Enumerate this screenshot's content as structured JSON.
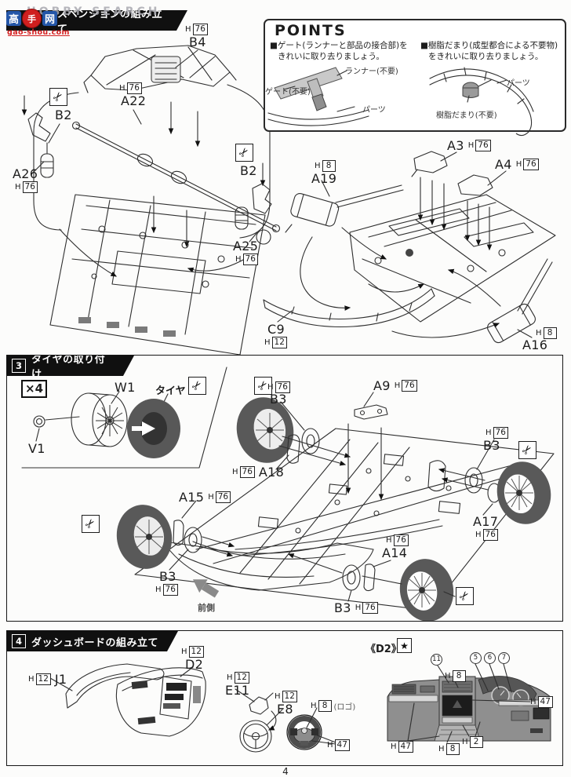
{
  "common": {
    "h": "H"
  },
  "icons": {
    "nipper": "✂",
    "star": "★"
  },
  "watermark": {
    "box1": "高",
    "circle": "手",
    "box2": "网",
    "site": "gao-shou.com",
    "ghost": "HOBBY SEARCH"
  },
  "page": {
    "number": "4"
  },
  "points": {
    "title": "POINTS",
    "left": {
      "line1": "■ゲート(ランナーと部品の接合部)を",
      "line2": "きれいに取り去りましょう。",
      "runner": "ランナー(不要)",
      "gate": "ゲート(不要)",
      "part": "パーツ"
    },
    "right": {
      "line1": "■樹脂だまり(成型都合による不要物)",
      "line2": "をきれいに取り去りましょう。",
      "part": "パーツ",
      "blob": "樹脂だまり(不要)"
    }
  },
  "s2": {
    "title": "スペンションの組み立て",
    "b4": {
      "code": "B4",
      "paint": "76"
    },
    "a22": {
      "code": "A22",
      "paint": "76"
    },
    "b2l": {
      "code": "B2"
    },
    "b2r": {
      "code": "B2"
    },
    "a26": {
      "code": "A26",
      "paint": "76"
    },
    "a25": {
      "code": "A25",
      "paint": "76"
    },
    "a3": {
      "code": "A3",
      "paint": "76"
    },
    "a4": {
      "code": "A4",
      "paint": "76"
    },
    "a19": {
      "code": "A19",
      "paint": "8"
    },
    "c9": {
      "code": "C9",
      "paint": "12"
    },
    "a16": {
      "code": "A16",
      "paint": "8"
    }
  },
  "s3": {
    "number": "3",
    "title": "タイヤの取り付け",
    "multiplier": "×4",
    "w1": "W1",
    "v1": "V1",
    "tire": "タイヤ",
    "front": "前側",
    "b3tl": {
      "code": "B3",
      "paint": "76"
    },
    "a9": {
      "code": "A9",
      "paint": "76"
    },
    "a18": {
      "code": "A18",
      "paint": "76"
    },
    "b3r": {
      "code": "B3",
      "paint": "76"
    },
    "a17": {
      "code": "A17",
      "paint": "76"
    },
    "a15": {
      "code": "A15",
      "paint": "76"
    },
    "b3bl": {
      "code": "B3",
      "paint": "76"
    },
    "a14": {
      "code": "A14",
      "paint": "76"
    },
    "b3br": {
      "code": "B3",
      "paint": "76"
    }
  },
  "s4": {
    "number": "4",
    "title": "ダッシュボードの組み立て",
    "j1": {
      "code": "J1",
      "paint": "12"
    },
    "d2": {
      "code": "D2",
      "paint": "12"
    },
    "e11": {
      "code": "E11",
      "paint": "12"
    },
    "e8": {
      "code": "E8",
      "paint": "12"
    },
    "logo": {
      "paint": "8",
      "note": "(ロゴ)"
    },
    "wheel_h47": {
      "paint": "47"
    },
    "detail": {
      "title": "《D2》",
      "c11": "11",
      "c5": "5",
      "c6": "6",
      "c7": "7",
      "h8_top": {
        "paint": "8"
      },
      "h47_right": {
        "paint": "47"
      },
      "h47_bl": {
        "paint": "47"
      },
      "h8_bottom": {
        "paint": "8"
      },
      "h2": {
        "paint": "2"
      }
    }
  }
}
